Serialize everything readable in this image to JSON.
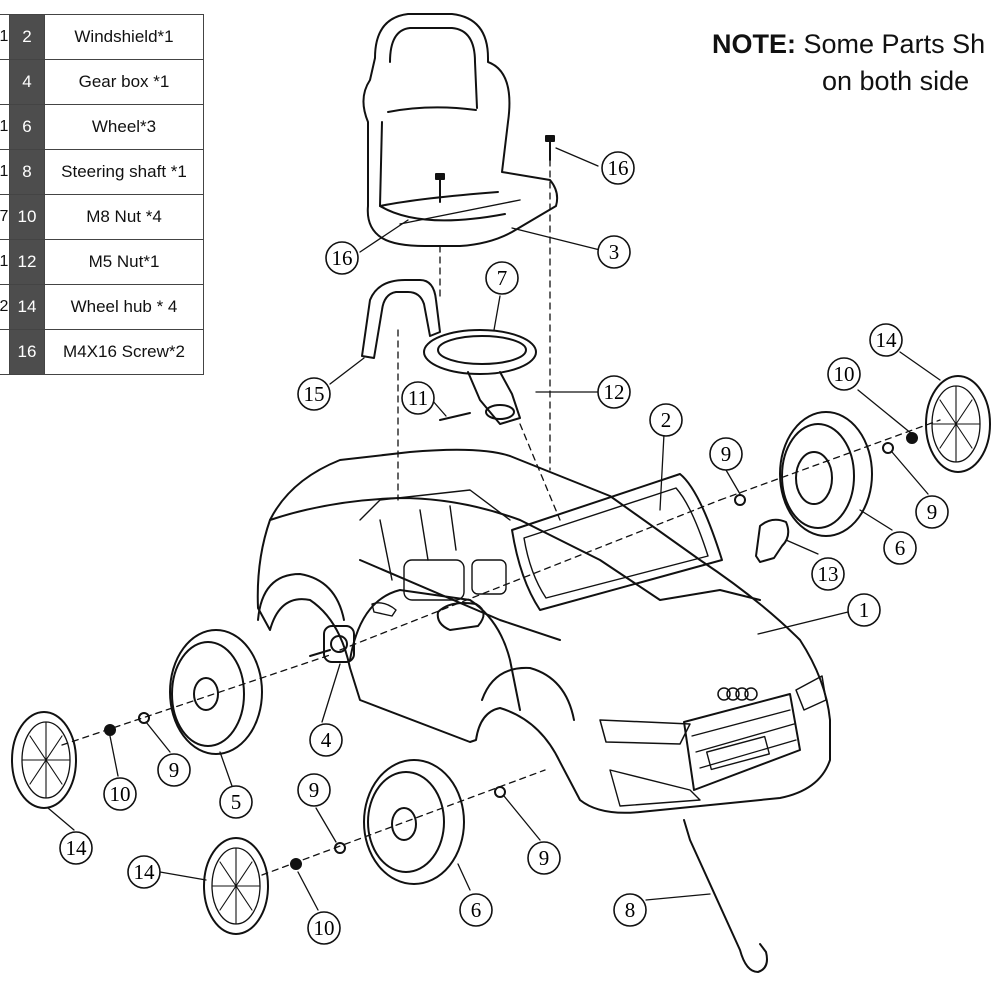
{
  "parts_table": {
    "rows": [
      {
        "left": "1",
        "num": "2",
        "name": "Windshield*1"
      },
      {
        "left": "",
        "num": "4",
        "name": "Gear box *1"
      },
      {
        "left": "1",
        "num": "6",
        "name": "Wheel*3"
      },
      {
        "left": "1",
        "num": "8",
        "name": "Steering shaft *1"
      },
      {
        "left": "7",
        "num": "10",
        "name": "M8 Nut *4"
      },
      {
        "left": "1",
        "num": "12",
        "name": "M5 Nut*1"
      },
      {
        "left": "2",
        "num": "14",
        "name": "Wheel hub * 4"
      },
      {
        "left": "",
        "num": "16",
        "name": "M4X16 Screw*2"
      }
    ]
  },
  "note": {
    "label": "NOTE:",
    "line1": "Some Parts Sh",
    "line2": "on both side"
  },
  "callouts": [
    "16",
    "3",
    "16",
    "7",
    "15",
    "11",
    "12",
    "2",
    "14",
    "10",
    "9",
    "9",
    "6",
    "13",
    "1",
    "4",
    "5",
    "9",
    "10",
    "14",
    "9",
    "9",
    "6",
    "14",
    "10",
    "8"
  ]
}
